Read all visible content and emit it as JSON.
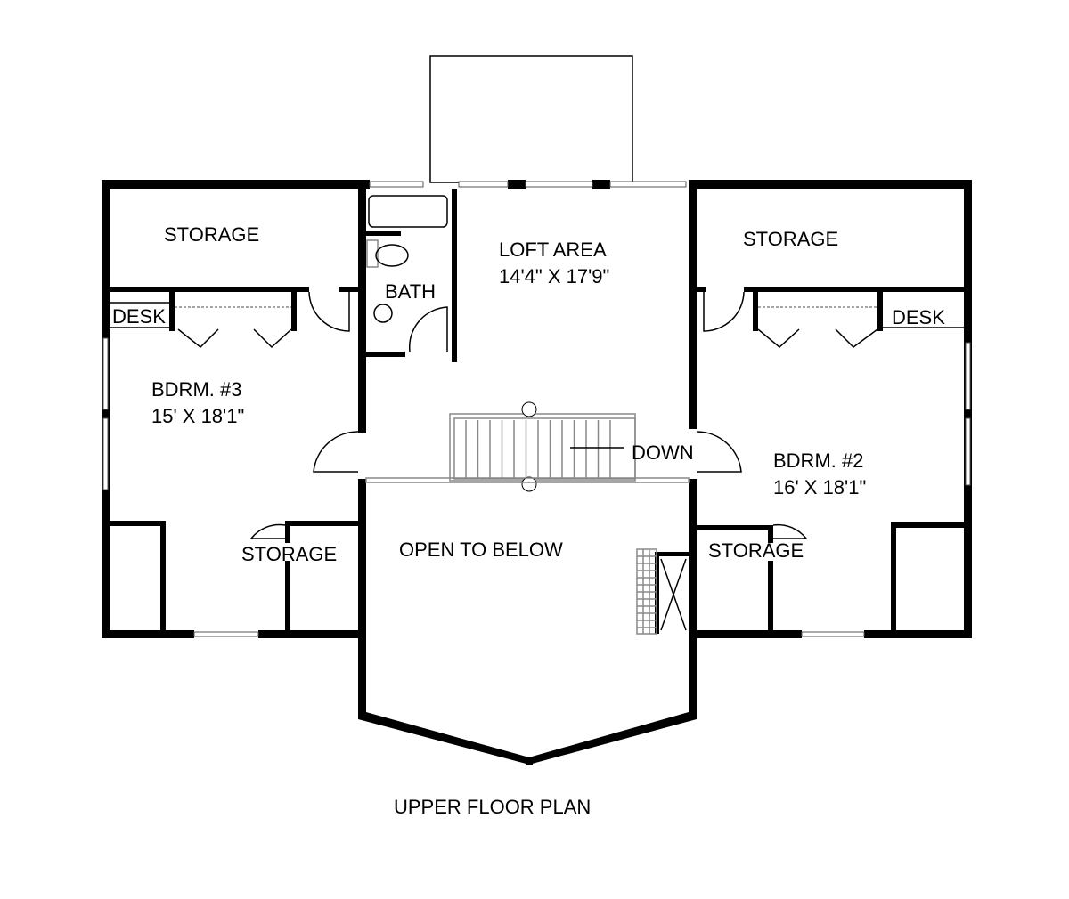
{
  "title": "UPPER FLOOR PLAN",
  "rooms": {
    "storage_top_left": "STORAGE",
    "desk_left": "DESK",
    "bath": "BATH",
    "bdrm3_name": "BDRM. #3",
    "bdrm3_size": "15' X 18'1\"",
    "loft_name": "LOFT AREA",
    "loft_size": "14'4\" X 17'9\"",
    "storage_top_right": "STORAGE",
    "desk_right": "DESK",
    "down": "DOWN",
    "bdrm2_name": "BDRM. #2",
    "bdrm2_size": "16' X 18'1\"",
    "storage_bottom_left": "STORAGE",
    "open_to_below": "OPEN TO BELOW",
    "storage_bottom_right": "STORAGE"
  }
}
